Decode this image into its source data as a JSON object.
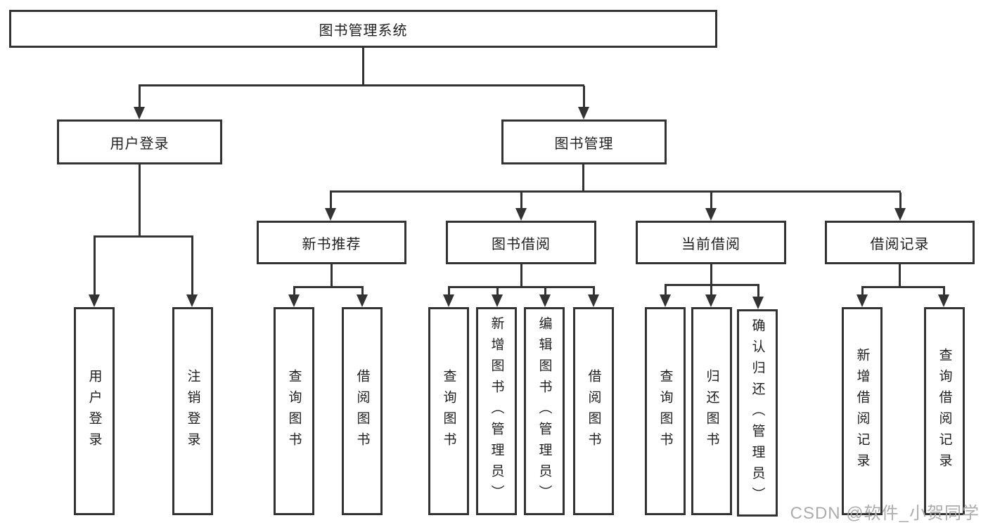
{
  "tree": {
    "root": {
      "label": "图书管理系统"
    },
    "user": {
      "label": "用户登录",
      "children": [
        {
          "label": "用户登录"
        },
        {
          "label": "注销登录"
        }
      ]
    },
    "mgmt": {
      "label": "图书管理",
      "children": [
        {
          "label": "新书推荐",
          "children": [
            {
              "label": "查询图书"
            },
            {
              "label": "借阅图书"
            }
          ]
        },
        {
          "label": "图书借阅",
          "children": [
            {
              "label": "查询图书"
            },
            {
              "label": "新增图书（管理员）"
            },
            {
              "label": "编辑图书（管理员）"
            },
            {
              "label": "借阅图书"
            }
          ]
        },
        {
          "label": "当前借阅",
          "children": [
            {
              "label": "查询图书"
            },
            {
              "label": "归还图书"
            },
            {
              "label": "确认归还（管理员）"
            }
          ]
        },
        {
          "label": "借阅记录",
          "children": [
            {
              "label": "新增借阅记录"
            },
            {
              "label": "查询借阅记录"
            }
          ]
        }
      ]
    }
  },
  "watermark": {
    "text": "CSDN @软件_小贺同学"
  },
  "colors": {
    "line": "#333333",
    "text": "#1f1f1f",
    "background": "#ffffff",
    "watermark": "#a8a8a8"
  }
}
